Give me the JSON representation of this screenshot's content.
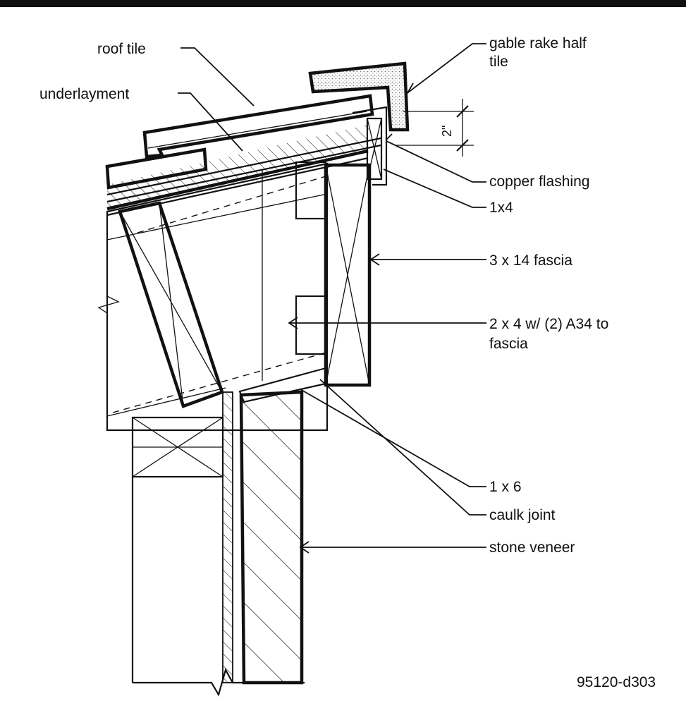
{
  "labels": {
    "roof_tile": "roof tile",
    "underlayment": "underlayment",
    "gable_rake_line1": "gable rake half",
    "gable_rake_line2": "tile",
    "copper_flashing": "copper flashing",
    "one_by_four": "1x4",
    "fascia_3x14": "3 x 14 fascia",
    "two_by_four_line1": "2 x 4 w/ (2) A34 to",
    "two_by_four_line2": "fascia",
    "one_by_six": "1 x 6",
    "caulk_joint": "caulk joint",
    "stone_veneer": "stone veneer",
    "dimension": "2\""
  },
  "drawing_id": "95120-d303",
  "colors": {
    "ink": "#111111",
    "background": "#ffffff",
    "flashing_stipple": "#d9d9d9"
  }
}
